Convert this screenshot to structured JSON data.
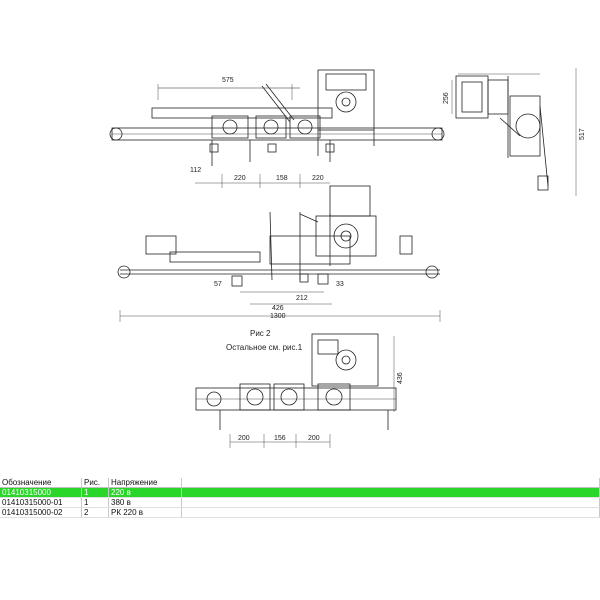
{
  "drawing": {
    "fig_title": "Рис 2",
    "fig_note": "Остальное см. рис.1",
    "dims_top": {
      "d575": "575",
      "d112": "112",
      "d220a": "220",
      "d158": "158",
      "d220b": "220",
      "d256": "256",
      "d517": "517"
    },
    "dims_mid": {
      "d57": "57",
      "d212": "212",
      "d33": "33",
      "d426": "426",
      "d1300": "1300"
    },
    "dims_bot": {
      "d200a": "200",
      "d156": "156",
      "d200b": "200",
      "d436": "436"
    }
  },
  "table": {
    "headers": [
      "Обозначение",
      "Рис.",
      "Напряжение"
    ],
    "rows": [
      {
        "designation": "01410315000",
        "fig": "1",
        "voltage": "220 в",
        "selected": true
      },
      {
        "designation": "01410315000-01",
        "fig": "1",
        "voltage": "380 в",
        "selected": false
      },
      {
        "designation": "01410315000-02",
        "fig": "2",
        "voltage": "РК 220 в",
        "selected": false
      }
    ]
  },
  "colors": {
    "selected_row": "#2bd62b",
    "line": "#222222"
  }
}
